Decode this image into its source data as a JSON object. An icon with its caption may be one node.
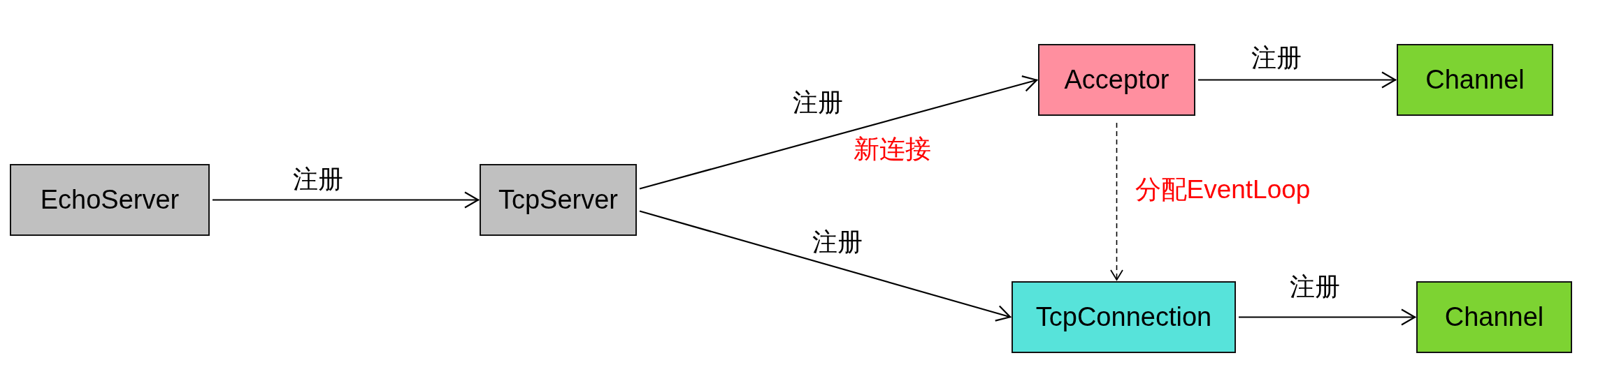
{
  "diagram": {
    "nodes": [
      {
        "text": [
          "EchoServer"
        ]
      },
      {
        "text": [
          "TcpServer"
        ]
      },
      {
        "text": [
          "Acceptor"
        ]
      },
      {
        "text": [
          "Channel"
        ]
      },
      {
        "text": [
          "TcpConnection"
        ]
      },
      {
        "text": [
          "Channel"
        ]
      }
    ],
    "edges": [
      {
        "from": 0,
        "to": 1,
        "arrow": "to",
        "label": "注册"
      },
      {
        "from": 1,
        "to": 2,
        "arrow": "to",
        "label": "注册"
      },
      {
        "from": 2,
        "to": 3,
        "arrow": "to",
        "label": "注册"
      },
      {
        "from": 2,
        "to": 4,
        "arrow": "to",
        "label": "分配EventLoop",
        "style": "dashed"
      },
      {
        "from": 1,
        "to": 4,
        "arrow": "to",
        "label": "注册"
      },
      {
        "from": 4,
        "to": 5,
        "arrow": "to",
        "label": "注册"
      }
    ],
    "labels": [
      "新连接"
    ]
  }
}
